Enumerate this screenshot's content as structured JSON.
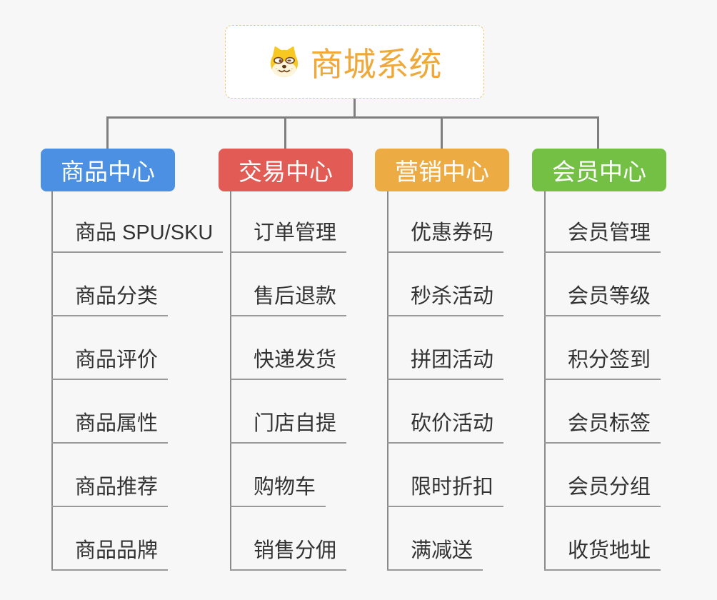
{
  "root": {
    "title": "商城系统",
    "icon": "doge-icon",
    "text_color": "#efa93b",
    "border_color": "#f2c476",
    "background": "#ffffff"
  },
  "canvas": {
    "background": "#f7f7f7",
    "connector_color": "#7f7f7f",
    "item_line_color": "#999999",
    "item_text_color": "#333333"
  },
  "branches": [
    {
      "label": "商品中心",
      "color": "#4b90e2",
      "items": [
        "商品 SPU/SKU",
        "商品分类",
        "商品评价",
        "商品属性",
        "商品推荐",
        "商品品牌"
      ]
    },
    {
      "label": "交易中心",
      "color": "#e25b55",
      "items": [
        "订单管理",
        "售后退款",
        "快递发货",
        "门店自提",
        "购物车",
        "销售分佣"
      ]
    },
    {
      "label": "营销中心",
      "color": "#edab44",
      "items": [
        "优惠券码",
        "秒杀活动",
        "拼团活动",
        "砍价活动",
        "限时折扣",
        "满减送"
      ]
    },
    {
      "label": "会员中心",
      "color": "#74c044",
      "items": [
        "会员管理",
        "会员等级",
        "积分签到",
        "会员标签",
        "会员分组",
        "收货地址"
      ]
    }
  ]
}
